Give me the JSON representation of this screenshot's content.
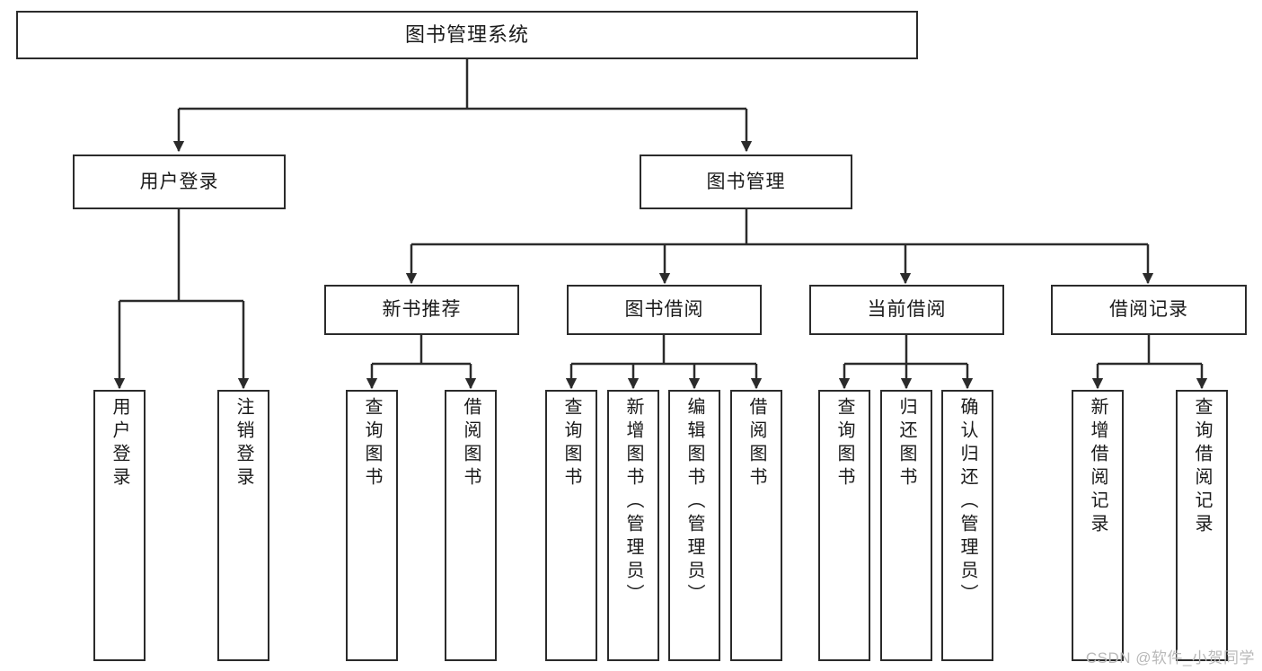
{
  "diagram": {
    "title": "图书管理系统",
    "type": "tree",
    "watermark": "CSDN @软件_小贺同学",
    "colors": {
      "stroke": "#2b2b2b",
      "fill": "#ffffff",
      "text": "#1a1a1a",
      "watermark": "#b9b9b9"
    },
    "root": {
      "label": "图书管理系统"
    },
    "level2": [
      {
        "label": "用户登录"
      },
      {
        "label": "图书管理"
      }
    ],
    "level3": [
      {
        "label": "新书推荐"
      },
      {
        "label": "图书借阅"
      },
      {
        "label": "当前借阅"
      },
      {
        "label": "借阅记录"
      }
    ],
    "leaves": {
      "user_login": [
        {
          "label": "用户登录"
        },
        {
          "label": "注销登录"
        }
      ],
      "new_book": [
        {
          "label": "查询图书"
        },
        {
          "label": "借阅图书"
        }
      ],
      "borrow_book": [
        {
          "label": "查询图书"
        },
        {
          "label": "新增图书（管理员）"
        },
        {
          "label": "编辑图书（管理员）"
        },
        {
          "label": "借阅图书"
        }
      ],
      "current_borrow": [
        {
          "label": "查询图书"
        },
        {
          "label": "归还图书"
        },
        {
          "label": "确认归还（管理员）"
        }
      ],
      "borrow_record": [
        {
          "label": "新增借阅记录"
        },
        {
          "label": "查询借阅记录"
        }
      ]
    }
  }
}
